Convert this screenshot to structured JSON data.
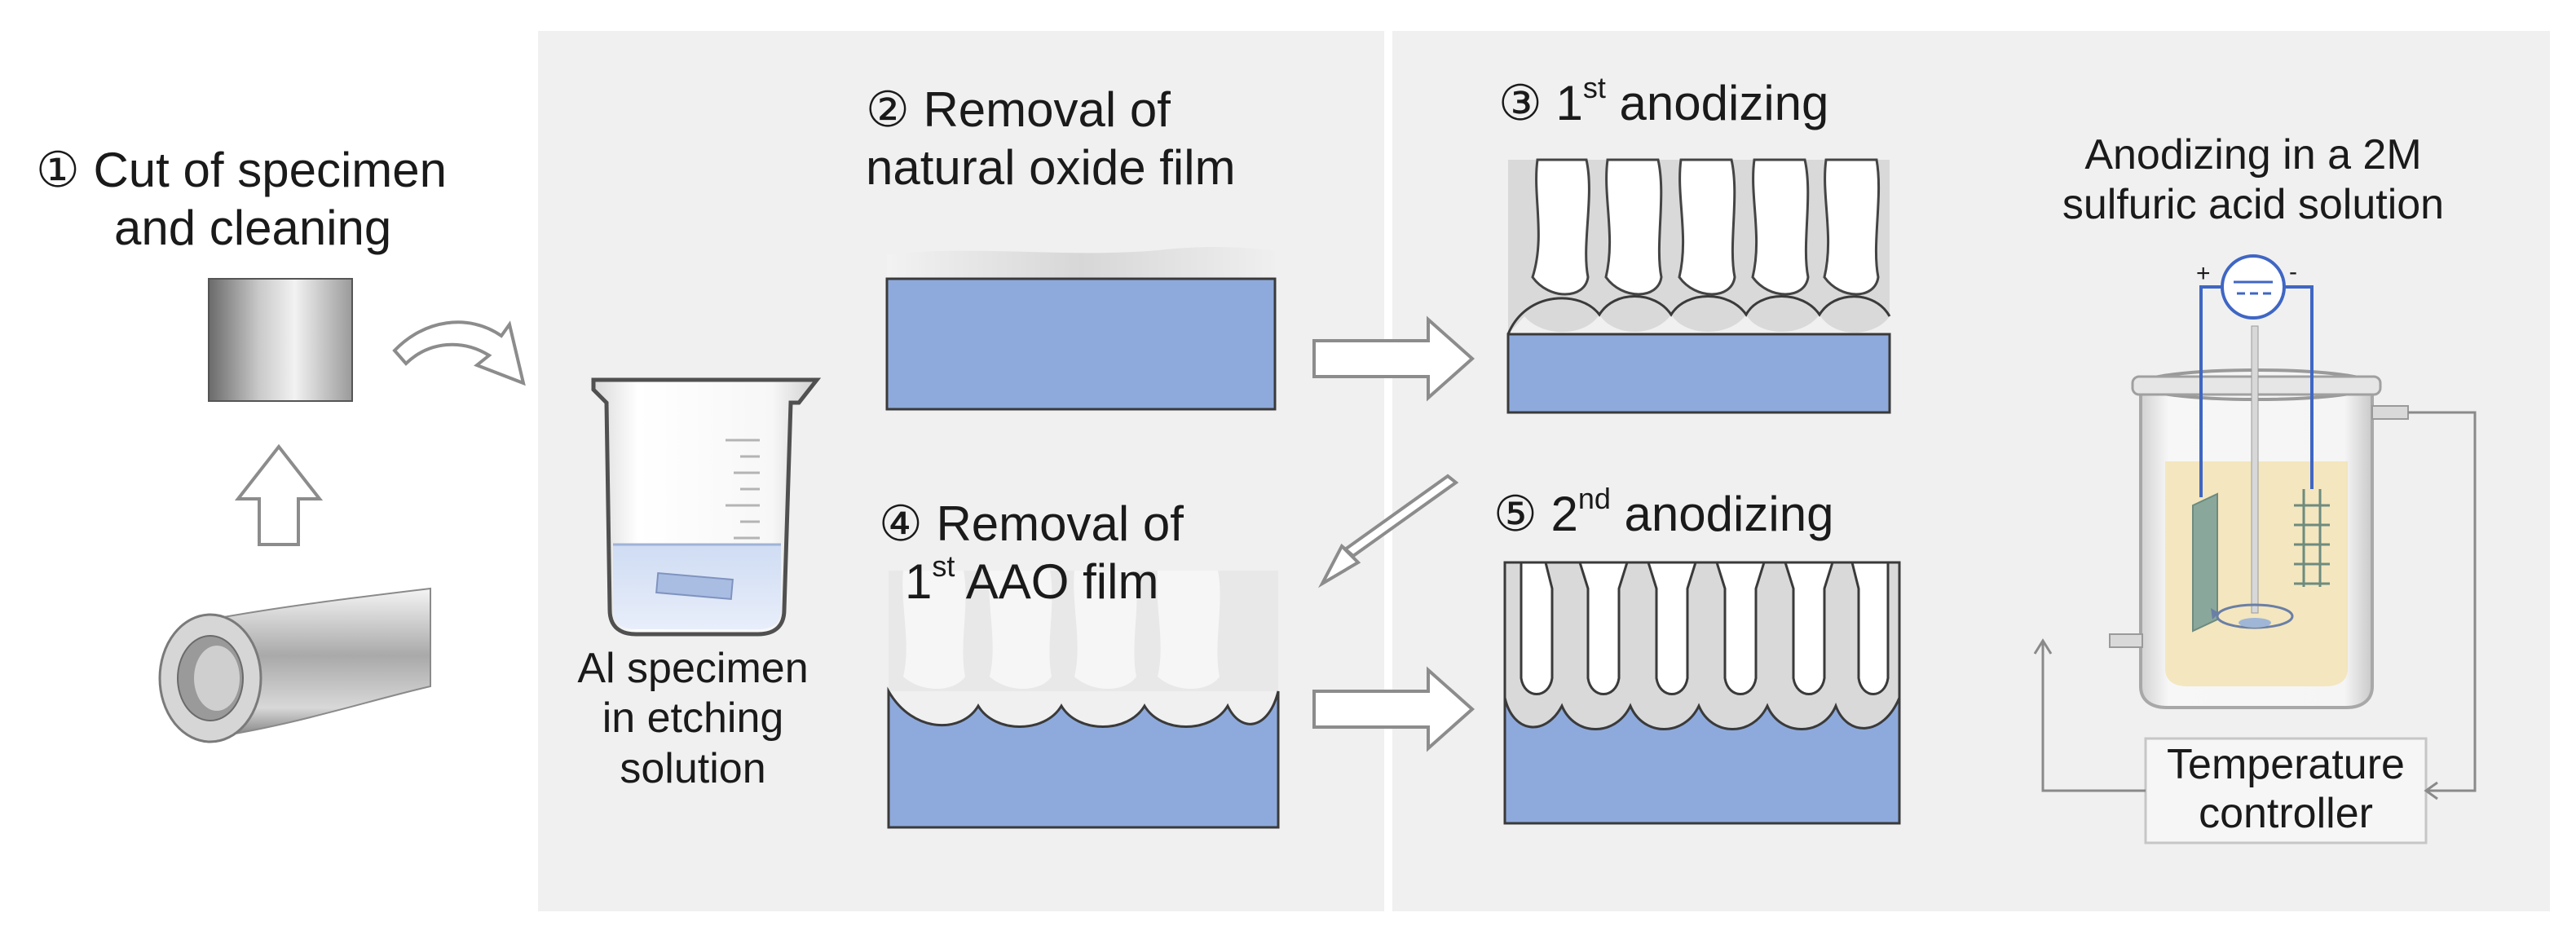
{
  "colors": {
    "panel_bg": "#f0f0f0",
    "aluminum_blue": "#8eaadc",
    "oxide_gray": "#e4e4e4",
    "arrow_gray": "#8c8c8c",
    "wire_blue": "#3f66c4",
    "solution_yellow": "#f3e3b4",
    "text": "#1a1a1a"
  },
  "steps": {
    "s1": {
      "num": "①",
      "line1": "Cut of specimen",
      "line2": "and cleaning"
    },
    "s2": {
      "num": "②",
      "line1": "Removal of",
      "line2": "natural oxide film"
    },
    "s3": {
      "num": "③",
      "pre": "1",
      "sup": "st",
      "post": " anodizing"
    },
    "s4": {
      "num": "④",
      "line1": "Removal of",
      "pre": "1",
      "sup": "st",
      "post": " AAO film"
    },
    "s5": {
      "num": "⑤",
      "pre": "2",
      "sup": "nd",
      "post": " anodizing"
    }
  },
  "beaker_label": {
    "line1": "Al specimen",
    "line2": "in etching",
    "line3": "solution"
  },
  "setup_label": {
    "line1": "Anodizing in a 2M",
    "line2": "sulfuric acid solution"
  },
  "power_supply": {
    "plus": "+",
    "minus": "-"
  },
  "controller_label": {
    "line1": "Temperature",
    "line2": "controller"
  }
}
